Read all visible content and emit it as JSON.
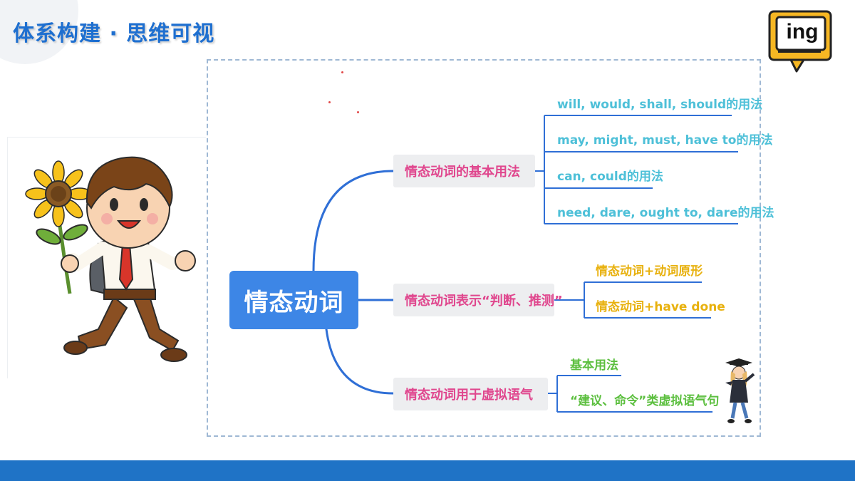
{
  "header": {
    "title": "体系构建 · 思维可视"
  },
  "logo": {
    "text": "ing"
  },
  "mindmap": {
    "root": "情态动词",
    "branches": [
      {
        "label": "情态动词的基本用法",
        "leaves": [
          "will, would, shall, should的用法",
          "may, might, must, have to的用法",
          "can, could的用法",
          "need, dare, ought to, dare的用法"
        ]
      },
      {
        "label": "情态动词表示“判断、推测”",
        "leaves": [
          "情态动词+动词原形",
          "情态动词+have done"
        ]
      },
      {
        "label": "情态动词用于虚拟语气",
        "leaves": [
          "基本用法",
          "“建议、命令”类虚拟语气句"
        ]
      }
    ]
  },
  "colors": {
    "title": "#1e6fd0",
    "root": "#3d86e6",
    "branch_text": "#e0478e",
    "leaf_teal": "#4ec0d8",
    "leaf_gold": "#e8b10e",
    "leaf_green": "#5cbf3f",
    "connector": "#2f6fd6",
    "footer": "#1f73c6"
  }
}
